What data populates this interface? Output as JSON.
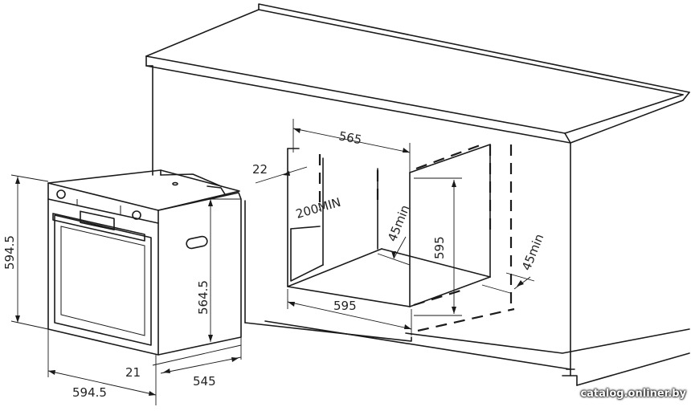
{
  "dimensions": {
    "niche_depth": "565",
    "top_offset": "22",
    "min_gap_below": "200MIN",
    "back_gap_left": "45min",
    "niche_height": "595",
    "back_gap_right": "45min",
    "niche_width": "595",
    "oven_height": "594.5",
    "body_height": "564.5",
    "front_depth": "21",
    "body_depth": "545",
    "oven_width": "594.5"
  },
  "watermark": "catalog.onliner.by"
}
